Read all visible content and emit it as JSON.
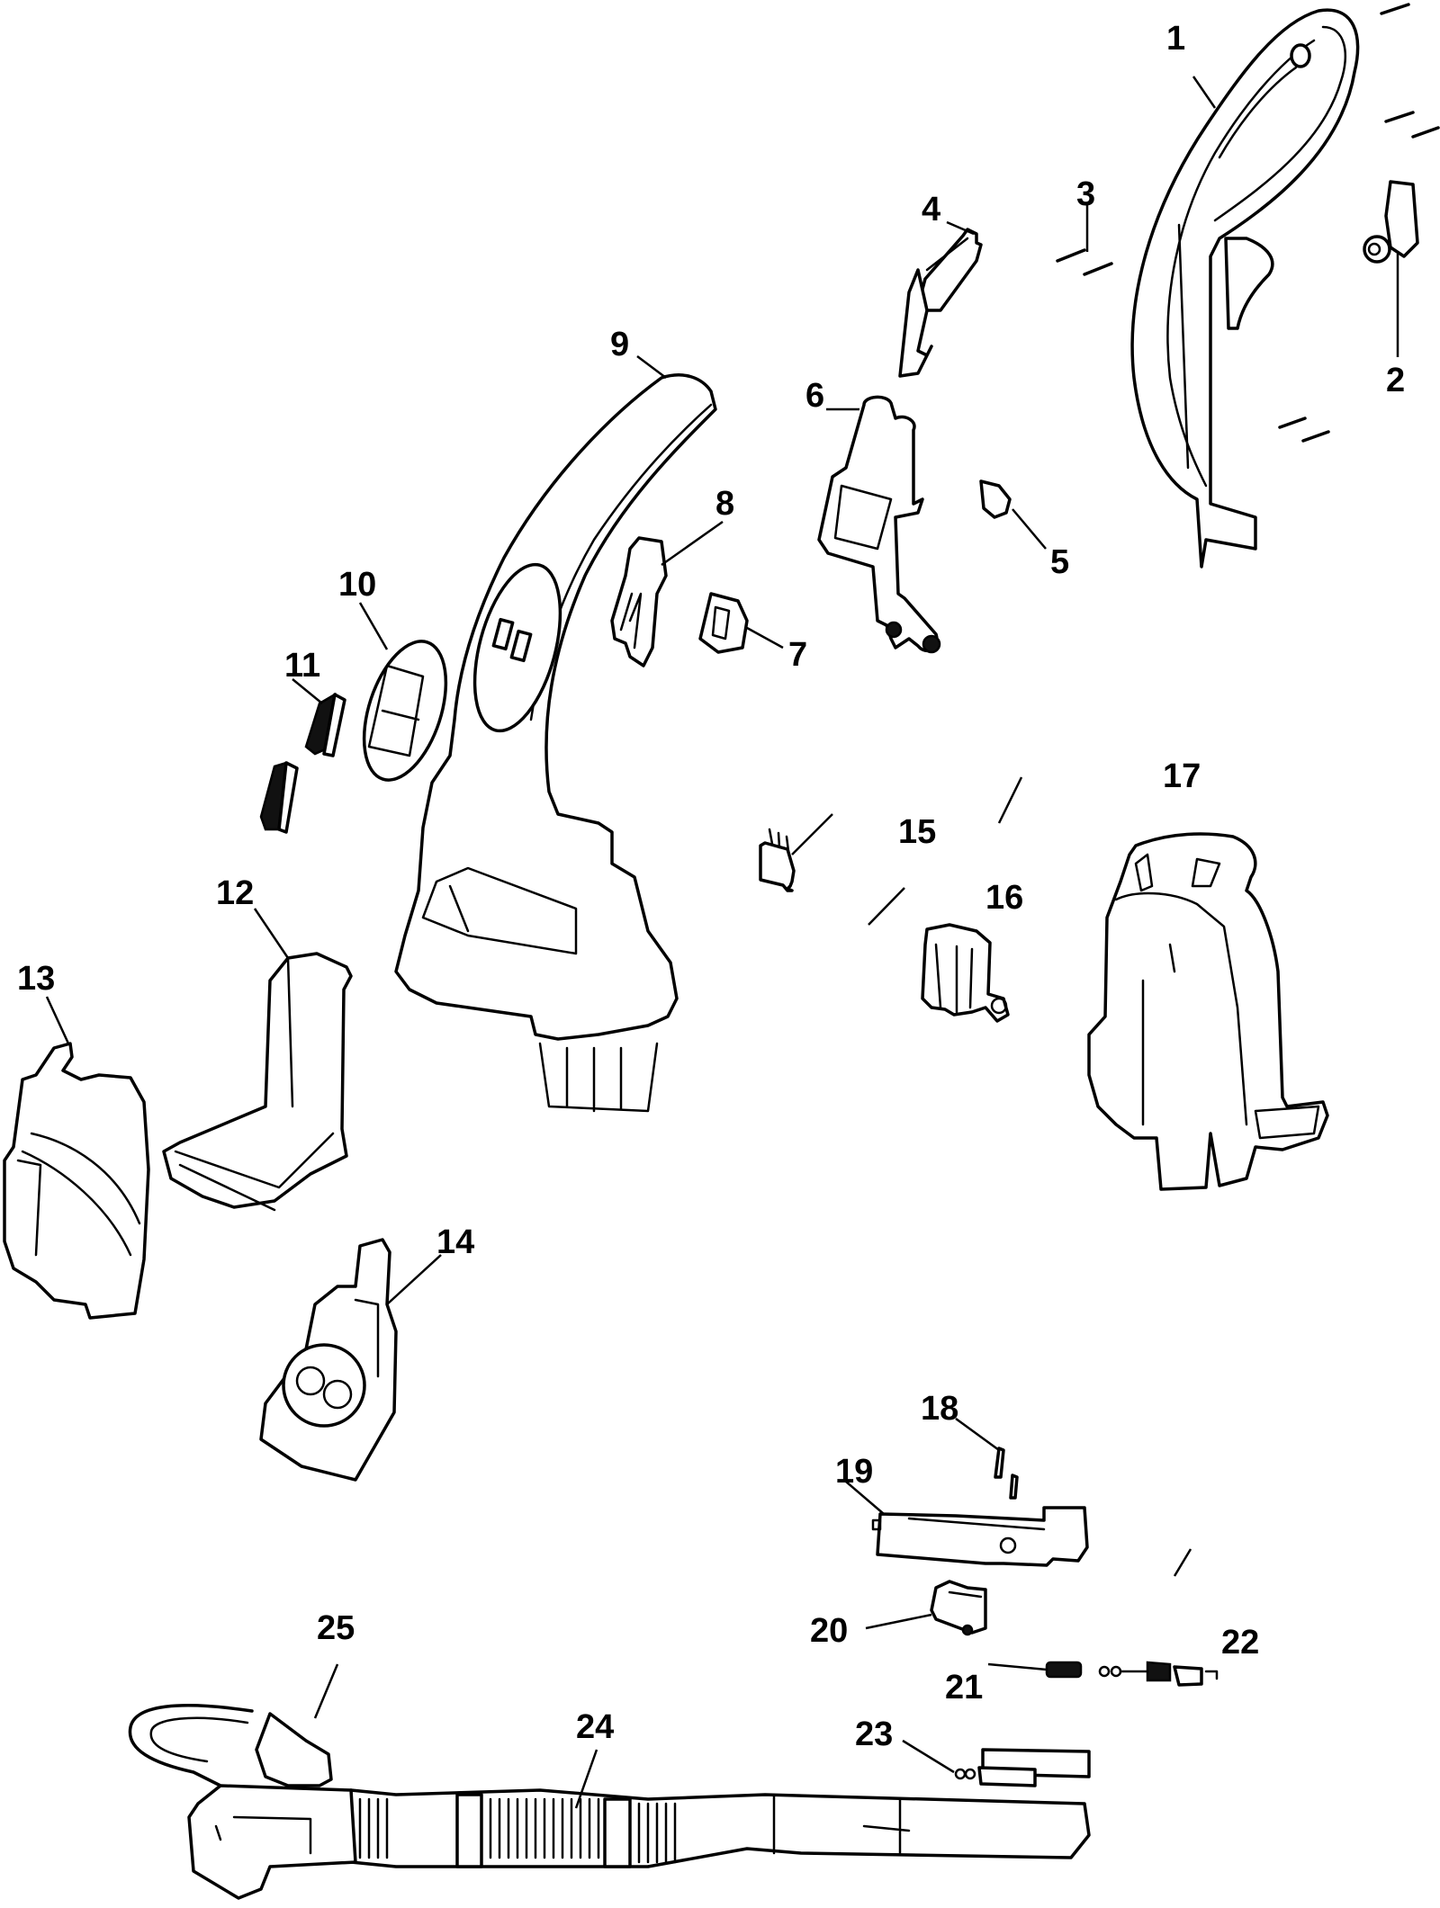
{
  "diagram": {
    "type": "exploded-parts-diagram",
    "background": "#ffffff",
    "ink": "#000000",
    "callouts": [
      {
        "id": "1",
        "label": "1"
      },
      {
        "id": "2",
        "label": "2"
      },
      {
        "id": "3",
        "label": "3"
      },
      {
        "id": "4",
        "label": "4"
      },
      {
        "id": "5",
        "label": "5"
      },
      {
        "id": "6",
        "label": "6"
      },
      {
        "id": "7",
        "label": "7"
      },
      {
        "id": "8",
        "label": "8"
      },
      {
        "id": "9",
        "label": "9"
      },
      {
        "id": "10",
        "label": "10"
      },
      {
        "id": "11",
        "label": "11"
      },
      {
        "id": "12",
        "label": "12"
      },
      {
        "id": "13",
        "label": "13"
      },
      {
        "id": "14",
        "label": "14"
      },
      {
        "id": "15",
        "label": "15"
      },
      {
        "id": "16",
        "label": "16"
      },
      {
        "id": "17",
        "label": "17"
      },
      {
        "id": "18",
        "label": "18"
      },
      {
        "id": "19",
        "label": "19"
      },
      {
        "id": "20",
        "label": "20"
      },
      {
        "id": "21",
        "label": "21"
      },
      {
        "id": "22",
        "label": "22"
      },
      {
        "id": "23",
        "label": "23"
      },
      {
        "id": "24",
        "label": "24"
      },
      {
        "id": "25",
        "label": "25"
      }
    ]
  }
}
